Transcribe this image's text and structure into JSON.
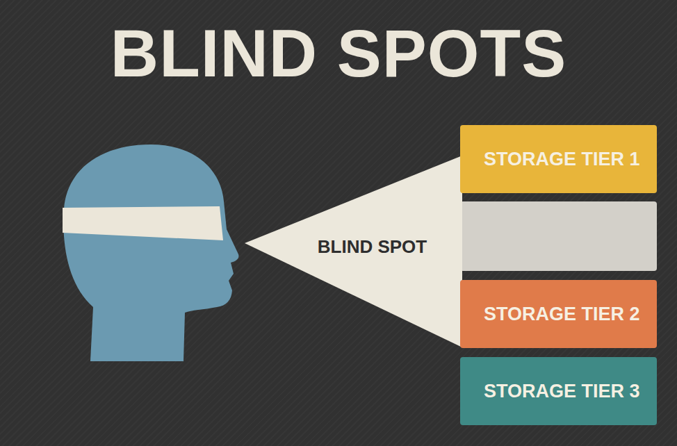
{
  "diagram": {
    "title": "BLIND SPOTS",
    "nodes": [
      {
        "text": [
          "BLIND SPOT"
        ]
      },
      {
        "text": [
          "STORAGE TIER 1"
        ]
      },
      {
        "text": [
          "STORAGE TIER 2"
        ]
      },
      {
        "text": [
          "STORAGE TIER 3"
        ]
      }
    ]
  }
}
